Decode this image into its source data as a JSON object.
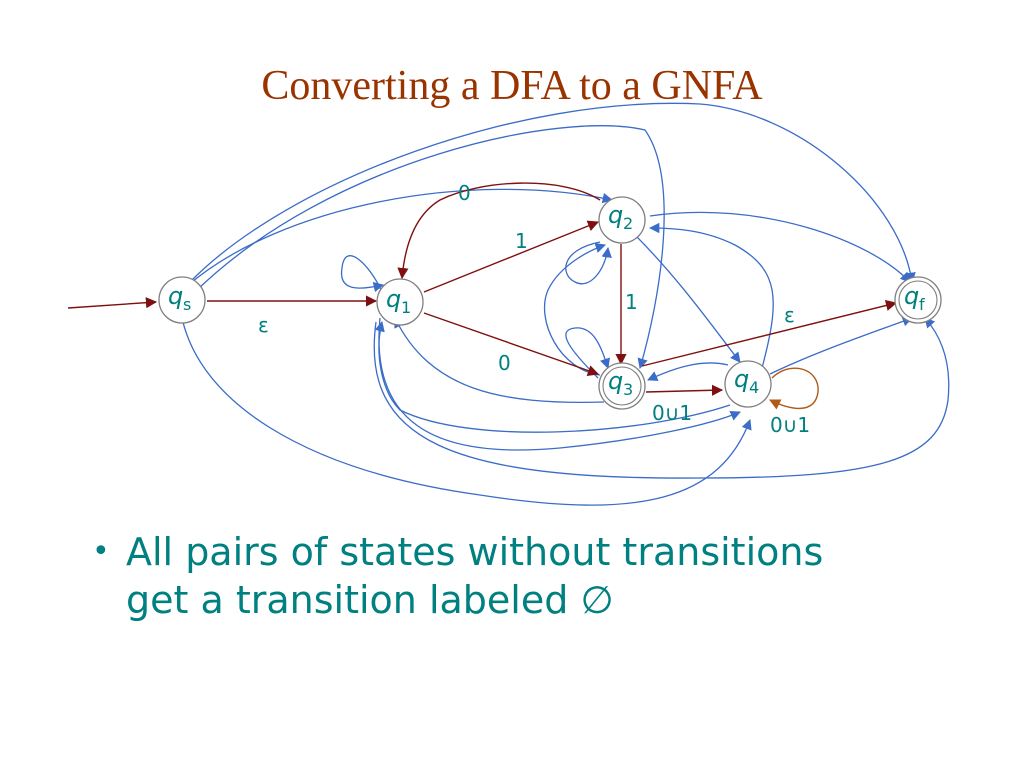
{
  "title": "Converting a DFA to a GNFA",
  "states": [
    {
      "id": "qs",
      "letter": "q",
      "sub": "s"
    },
    {
      "id": "q1",
      "letter": "q",
      "sub": "1"
    },
    {
      "id": "q2",
      "letter": "q",
      "sub": "2"
    },
    {
      "id": "q3",
      "letter": "q",
      "sub": "3"
    },
    {
      "id": "q4",
      "letter": "q",
      "sub": "4"
    },
    {
      "id": "qf",
      "letter": "q",
      "sub": "f"
    }
  ],
  "edge_labels": {
    "qs_q1": "ε",
    "q1_q2": "1",
    "q2_q1": "0",
    "q2_q3": "1",
    "q1_q3": "0",
    "q3_qf": "ε",
    "q3_q4": "0∪1",
    "q4_loop": "0∪1"
  },
  "bullets": [
    {
      "line1": "All pairs of states without transitions",
      "line2": "get a transition labeled ∅"
    }
  ],
  "colors": {
    "title": "#993300",
    "text": "#008080",
    "dfa_edge": "#7f1010",
    "gnfa_edge": "#3a6cc8",
    "loop_edge": "#b05a18"
  }
}
